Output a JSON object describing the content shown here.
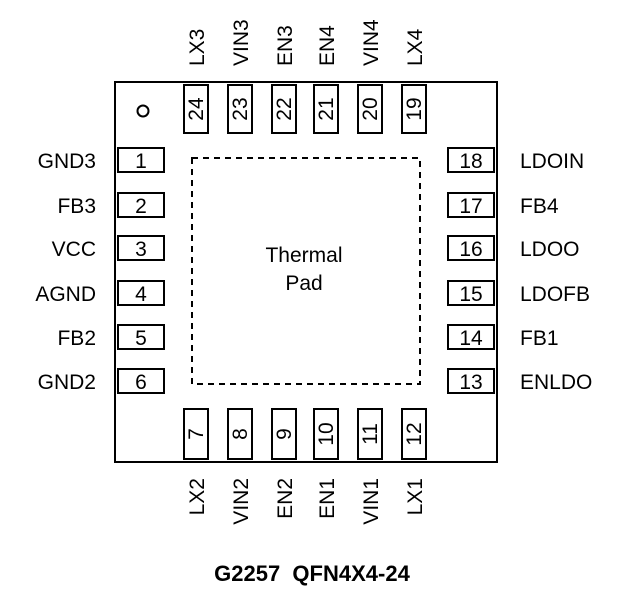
{
  "thermal_pad": {
    "line1": "Thermal",
    "line2": "Pad"
  },
  "caption": "G2257  QFN4X4-24",
  "pins": {
    "left": [
      {
        "num": "1",
        "name": "GND3"
      },
      {
        "num": "2",
        "name": "FB3"
      },
      {
        "num": "3",
        "name": "VCC"
      },
      {
        "num": "4",
        "name": "AGND"
      },
      {
        "num": "5",
        "name": "FB2"
      },
      {
        "num": "6",
        "name": "GND2"
      }
    ],
    "bottom": [
      {
        "num": "7",
        "name": "LX2"
      },
      {
        "num": "8",
        "name": "VIN2"
      },
      {
        "num": "9",
        "name": "EN2"
      },
      {
        "num": "10",
        "name": "EN1"
      },
      {
        "num": "11",
        "name": "VIN1"
      },
      {
        "num": "12",
        "name": "LX1"
      }
    ],
    "right": [
      {
        "num": "13",
        "name": "ENLDO"
      },
      {
        "num": "14",
        "name": "FB1"
      },
      {
        "num": "15",
        "name": "LDOFB"
      },
      {
        "num": "16",
        "name": "LDOO"
      },
      {
        "num": "17",
        "name": "FB4"
      },
      {
        "num": "18",
        "name": "LDOIN"
      }
    ],
    "top": [
      {
        "num": "19",
        "name": "LX4"
      },
      {
        "num": "20",
        "name": "VIN4"
      },
      {
        "num": "21",
        "name": "EN4"
      },
      {
        "num": "22",
        "name": "EN3"
      },
      {
        "num": "23",
        "name": "VIN3"
      },
      {
        "num": "24",
        "name": "LX3"
      }
    ]
  }
}
